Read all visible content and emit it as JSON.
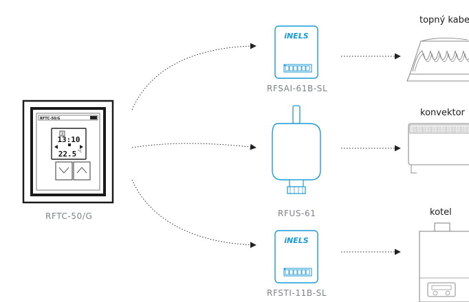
{
  "thermostat": {
    "label": "RFTC-50/G",
    "screen_model": "RFTC-50/G",
    "screen_channel": "3",
    "screen_time": "13:10",
    "screen_temp": "22.5",
    "screen_unit": "°C"
  },
  "modules": [
    {
      "label": "RFSAI-61B-SL",
      "logo": "iNELS"
    },
    {
      "label": "RFUS-61"
    },
    {
      "label": "RFSTI-11B-SL",
      "logo": "iNELS"
    }
  ],
  "appliances": [
    {
      "label": "topný kabel"
    },
    {
      "label": "konvektor"
    },
    {
      "label": "kotel"
    }
  ],
  "colors": {
    "module_stroke": "#1a9ad6",
    "arrow": "#222222",
    "appliance_stroke": "#8a8a8a"
  }
}
